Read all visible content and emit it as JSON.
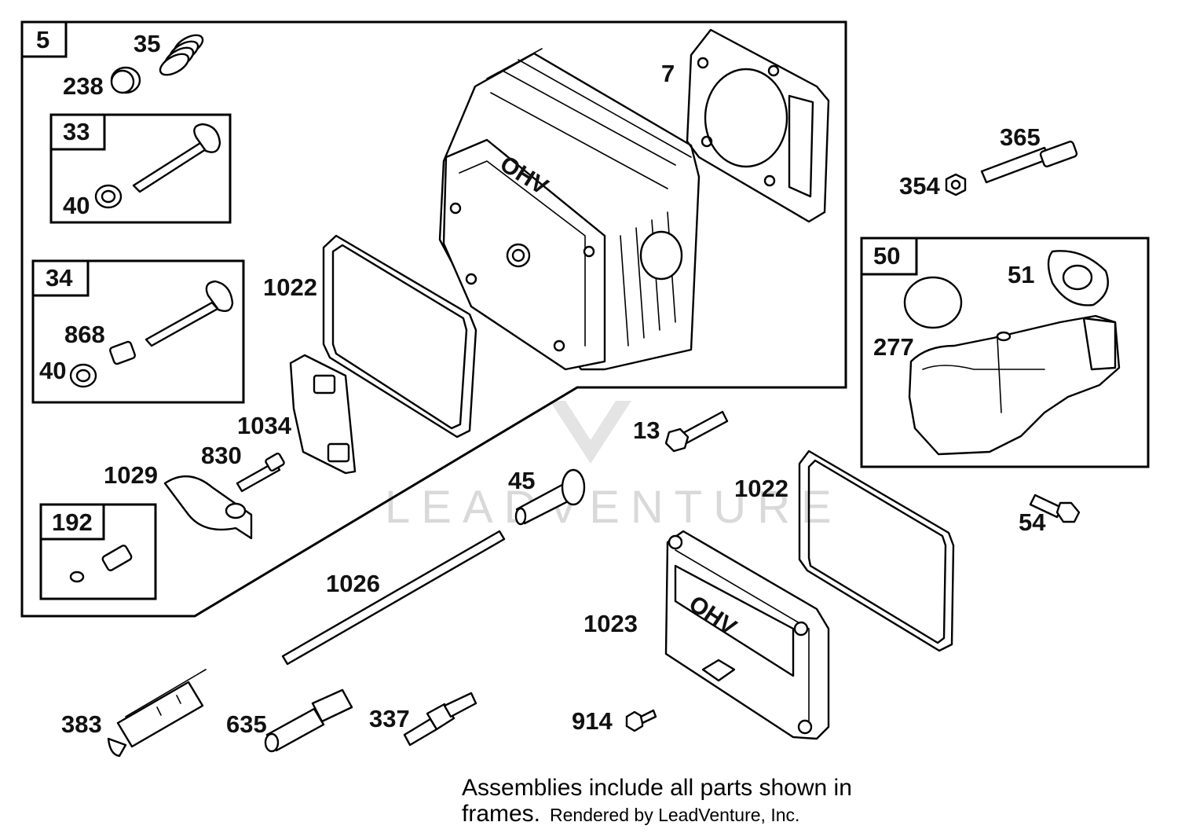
{
  "watermark": "LEADVENTURE",
  "frames": {
    "f5": "5",
    "f33": "33",
    "f34": "34",
    "f192": "192",
    "f50": "50"
  },
  "labels": {
    "p35": "35",
    "p238": "238",
    "p40a": "40",
    "p868": "868",
    "p40b": "40",
    "p7": "7",
    "p1022a": "1022",
    "p1034": "1034",
    "p830": "830",
    "p1029": "1029",
    "p365": "365",
    "p354": "354",
    "p51": "51",
    "p277": "277",
    "p13": "13",
    "p45": "45",
    "p1022b": "1022",
    "p54": "54",
    "p1026": "1026",
    "p1023": "1023",
    "p383": "383",
    "p635": "635",
    "p337": "337",
    "p914": "914"
  },
  "cover_text": "OHV",
  "head_text": "OHV",
  "footer": {
    "line1": "Assemblies include all parts shown in",
    "line2": "frames.",
    "credit": "Rendered by LeadVenture, Inc."
  }
}
